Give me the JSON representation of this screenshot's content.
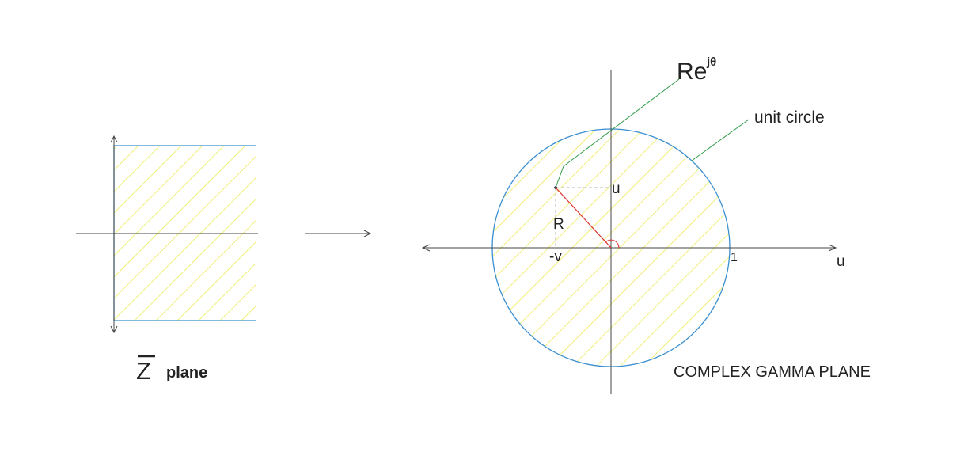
{
  "left_panel": {
    "plane_letter": "Z",
    "plane_word": "plane"
  },
  "right_panel": {
    "re_base": "Re",
    "re_exponent": "jθ",
    "unit_circle_label": "unit circle",
    "point_u_label": "u",
    "radius_label": "R",
    "point_v_label": "-v",
    "axis_one_label": "1",
    "axis_u_label": "u",
    "plane_title": "COMPLEX GAMMA PLANE"
  },
  "colors": {
    "axis": "#444444",
    "boundary": "#3a8fd0",
    "hatch": "#f0ef7a",
    "leader": "#2e9a48",
    "radius": "#e0312e",
    "dashed": "#b5b5b5"
  }
}
